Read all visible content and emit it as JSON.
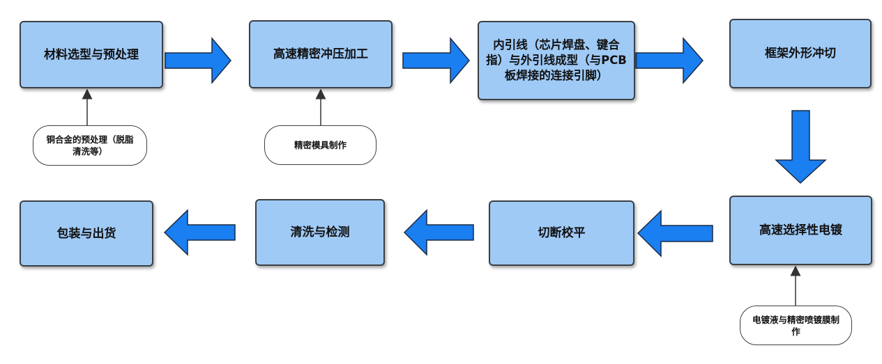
{
  "diagram": {
    "steps": [
      {
        "id": "b1",
        "label": "材料选型与预处理"
      },
      {
        "id": "b2",
        "label": "高速精密冲压加工"
      },
      {
        "id": "b3",
        "label": "内引线（芯片焊盘、键合指）与外引线成型（与PCB板焊接的连接引脚）"
      },
      {
        "id": "b4",
        "label": "框架外形冲切"
      },
      {
        "id": "b5",
        "label": "高速选择性电镀"
      },
      {
        "id": "b6",
        "label": "切断校平"
      },
      {
        "id": "b7",
        "label": "清洗与检测"
      },
      {
        "id": "b8",
        "label": "包装与出货"
      }
    ],
    "notes": [
      {
        "id": "n1",
        "label": "铜合金的预处理（脱脂清洗等）",
        "target": "b1"
      },
      {
        "id": "n2",
        "label": "精密模具制作",
        "target": "b2"
      },
      {
        "id": "n3",
        "label": "电镀液与精密喷镀膜制作",
        "target": "b5"
      }
    ],
    "flow": [
      [
        "b1",
        "b2"
      ],
      [
        "b2",
        "b3"
      ],
      [
        "b3",
        "b4"
      ],
      [
        "b4",
        "b5"
      ],
      [
        "b5",
        "b6"
      ],
      [
        "b6",
        "b7"
      ],
      [
        "b7",
        "b8"
      ]
    ],
    "colors": {
      "step_fill": "#9fcaf6",
      "step_border": "#3b3f45",
      "flow_arrow_fill": "#1a7ff0",
      "flow_arrow_stroke": "#1b2a44",
      "note_fill": "#ffffff",
      "connector": "#333333"
    }
  }
}
